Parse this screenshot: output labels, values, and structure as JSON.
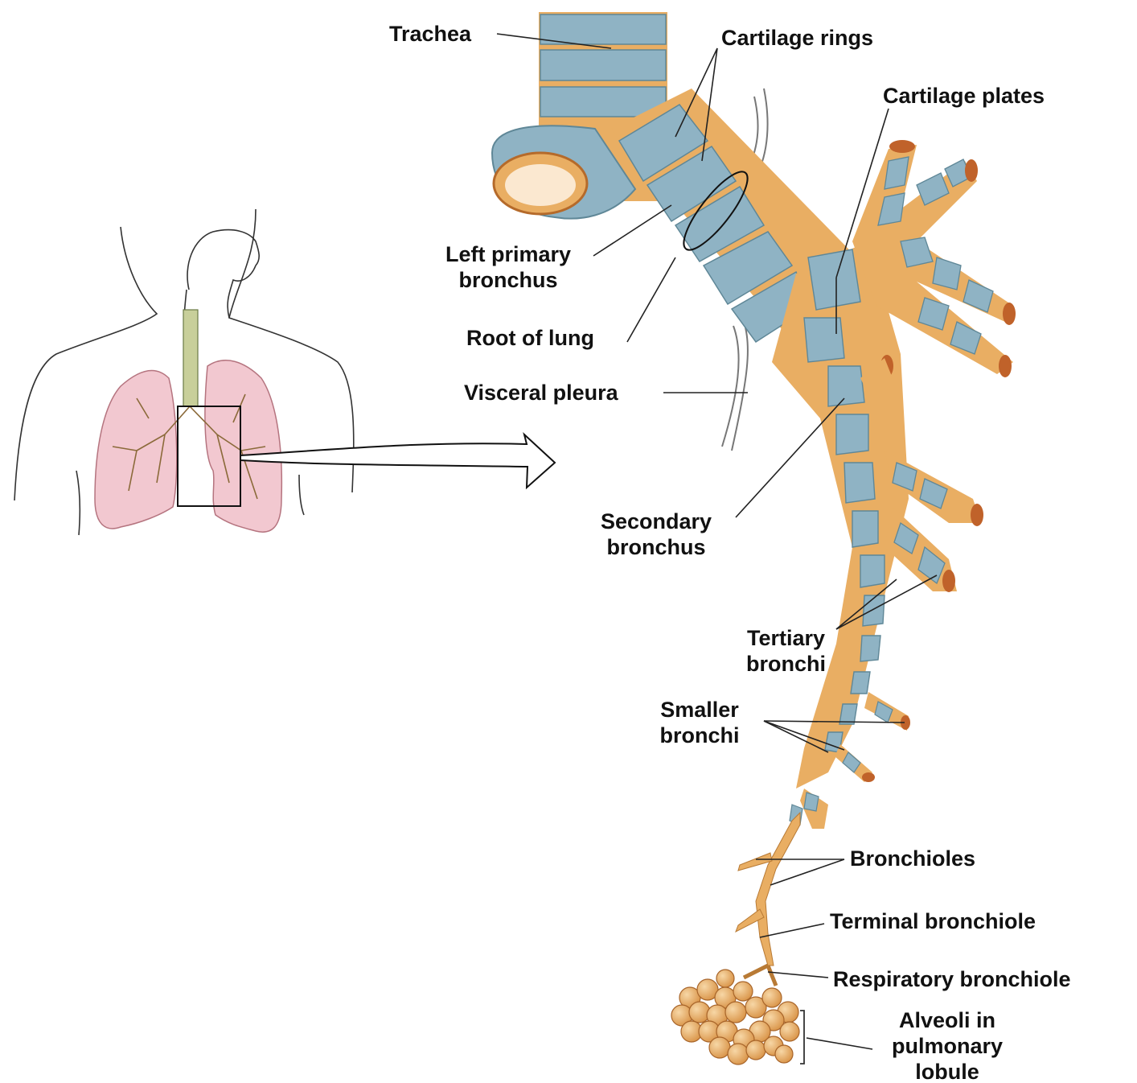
{
  "colors": {
    "cartilage_blue": "#8fb3c4",
    "cartilage_dark": "#5f8797",
    "tissue_orange": "#e9ae63",
    "tissue_light": "#f3c889",
    "lung_pink": "#f2c8d0",
    "lung_edge": "#b5747f",
    "line": "#222222"
  },
  "labels": {
    "trachea": "Trachea",
    "cartilage_rings": "Cartilage rings",
    "cartilage_plates": "Cartilage plates",
    "left_primary_bronchus_1": "Left primary",
    "left_primary_bronchus_2": "bronchus",
    "root_of_lung": "Root of lung",
    "visceral_pleura": "Visceral pleura",
    "secondary_bronchus_1": "Secondary",
    "secondary_bronchus_2": "bronchus",
    "tertiary_bronchi_1": "Tertiary",
    "tertiary_bronchi_2": "bronchi",
    "smaller_bronchi_1": "Smaller",
    "smaller_bronchi_2": "bronchi",
    "bronchioles": "Bronchioles",
    "terminal_bronchiole": "Terminal bronchiole",
    "respiratory_bronchiole": "Respiratory bronchiole",
    "alveoli_1": "Alveoli in",
    "alveoli_2": "pulmonary",
    "alveoli_3": "lobule"
  }
}
